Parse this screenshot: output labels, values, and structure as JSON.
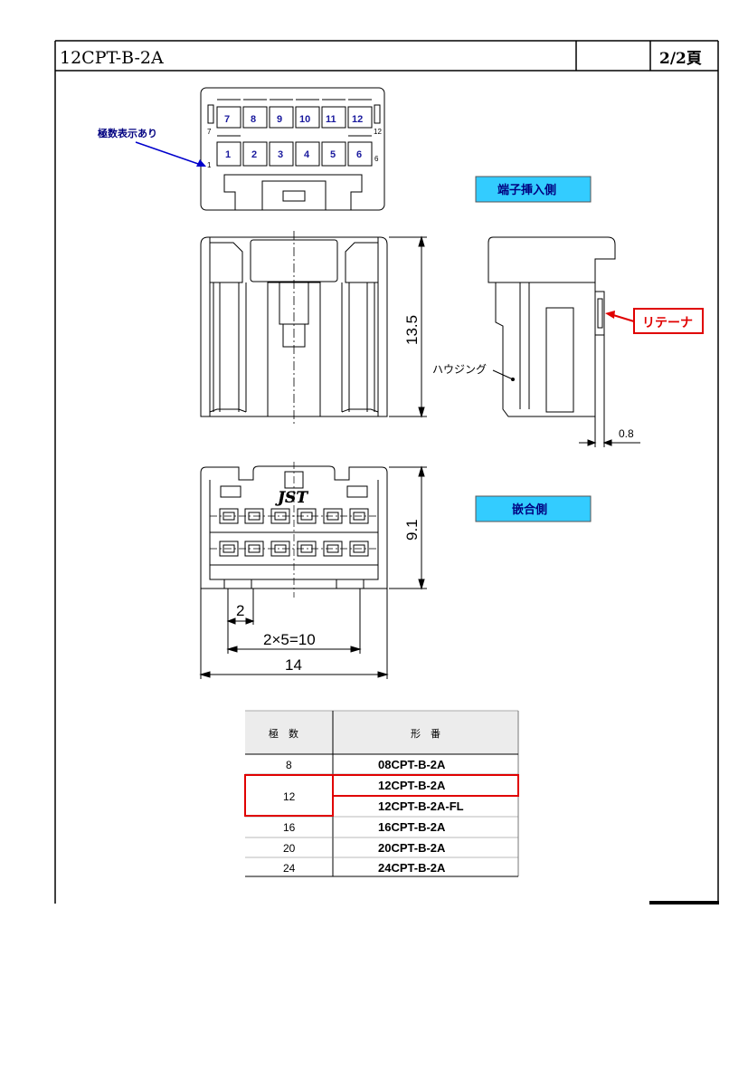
{
  "header": {
    "part_number": "12CPT-B-2A",
    "page": "2/2頁"
  },
  "front_view": {
    "pin_numbers_top": [
      "7",
      "8",
      "9",
      "10",
      "11",
      "12"
    ],
    "pin_numbers_bottom": [
      "1",
      "2",
      "3",
      "4",
      "5",
      "6"
    ],
    "edge_marks": {
      "top_left": "7",
      "top_right": "12",
      "bottom_left": "1",
      "bottom_right": "6"
    },
    "callout": "極数表示あり",
    "view_label": "端子挿入側"
  },
  "side_view": {
    "height_dim": "13.5",
    "housing_label": "ハウジング",
    "retainer_label": "リテーナ",
    "thickness_dim": "0.8"
  },
  "mating_view": {
    "logo": "JST",
    "height_dim": "9.1",
    "view_label": "嵌合側",
    "pitch_dim": "2",
    "span_dim": "2×5=10",
    "width_dim": "14"
  },
  "table": {
    "headers": [
      "極　数",
      "形　番"
    ],
    "rows": [
      {
        "poles": "8",
        "part": "08CPT-B-2A"
      },
      {
        "poles": "12",
        "part": "12CPT-B-2A"
      },
      {
        "poles": "",
        "part": "12CPT-B-2A-FL"
      },
      {
        "poles": "16",
        "part": "16CPT-B-2A"
      },
      {
        "poles": "20",
        "part": "20CPT-B-2A"
      },
      {
        "poles": "24",
        "part": "24CPT-B-2A"
      }
    ]
  },
  "colors": {
    "label_box_fill": "#33ccff",
    "highlight_red": "#e00000",
    "pin_text": "#1a1a9e",
    "arrow_blue": "#0000cc",
    "table_header_fill": "#ececec"
  }
}
